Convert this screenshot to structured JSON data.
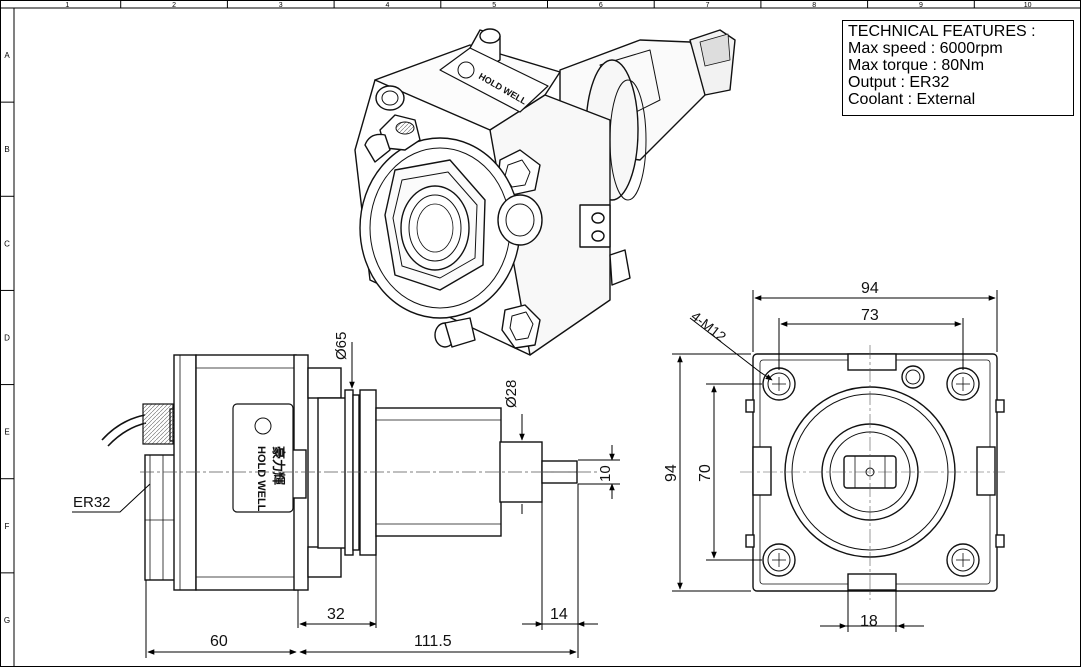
{
  "border": {
    "columns": [
      "1",
      "2",
      "3",
      "4",
      "5",
      "6",
      "7",
      "8",
      "9",
      "10"
    ],
    "rows": [
      "A",
      "B",
      "C",
      "D",
      "E",
      "F",
      "G"
    ]
  },
  "specs": {
    "title": "TECHNICAL FEATURES :",
    "max_speed": "Max speed : 6000rpm",
    "max_torque": "Max torque : 80Nm",
    "output": "Output : ER32",
    "coolant": "Coolant : External"
  },
  "brand": {
    "name": "HOLD WELL",
    "chinese": "豪力輝"
  },
  "dimensions": {
    "side": {
      "body_diameter": "Ø65",
      "shaft_diameter": "Ø28",
      "tang_width": "10",
      "length_60": "60",
      "length_111_5": "111.5",
      "length_32": "32",
      "length_14": "14",
      "collet": "ER32"
    },
    "end": {
      "width_94": "94",
      "bolt_spacing_73": "73",
      "height_94": "94",
      "bolt_spacing_70": "70",
      "key_18": "18",
      "holes": "4-M12"
    }
  }
}
